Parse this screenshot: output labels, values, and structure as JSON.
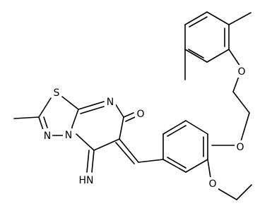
{
  "molecule": {
    "atom_labels": {
      "s_ring": "S",
      "n_imine_ring": "N",
      "n_triazole_1": "N",
      "n_triazole_2": "N",
      "o_carbonyl": "O",
      "imine_nh": "HN",
      "o_ether_phenoxy": "O",
      "o_ether_aryl": "O",
      "o_ethoxy": "O"
    },
    "colors": {
      "bond": "#000000",
      "background": "#ffffff"
    }
  }
}
